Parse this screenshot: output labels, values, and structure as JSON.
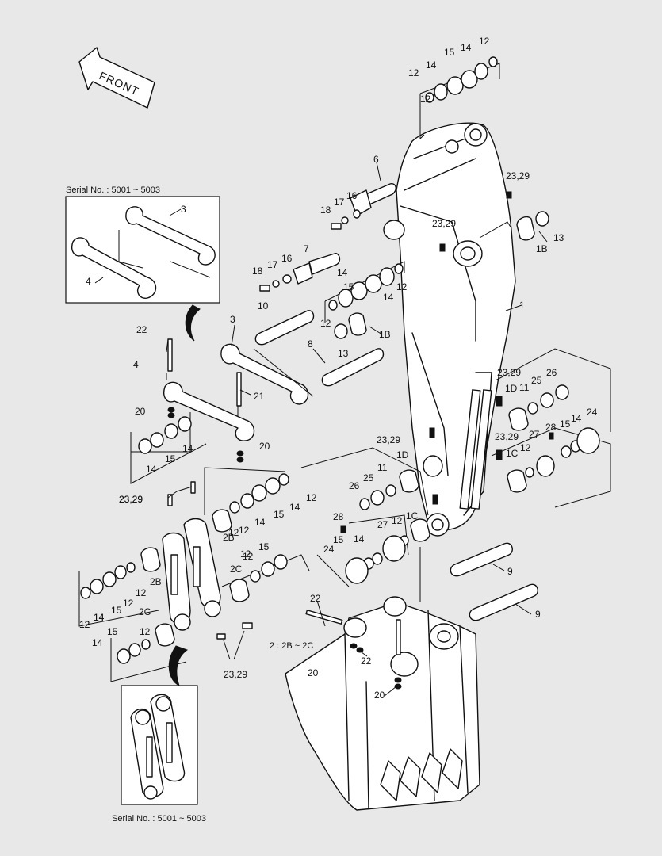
{
  "front_label": "FRONT",
  "serial_top": "Serial No. : 5001 ~ 5003",
  "serial_bottom": "Serial No. : 5001 ~ 5003",
  "note_2b_2c": "2 : 2B ~ 2C",
  "callouts": [
    "12",
    "15",
    "14",
    "12",
    "14",
    "12",
    "6",
    "16",
    "17",
    "18",
    "23,29",
    "23,29",
    "1B",
    "13",
    "3",
    "4",
    "7",
    "16",
    "17",
    "18",
    "14",
    "12",
    "15",
    "14",
    "12",
    "1B",
    "13",
    "10",
    "1",
    "3",
    "8",
    "22",
    "4",
    "21",
    "20",
    "23,29",
    "11",
    "25",
    "26",
    "1D",
    "14",
    "15",
    "14",
    "20",
    "24",
    "15",
    "14",
    "28",
    "27",
    "23,29",
    "1C",
    "12",
    "1D",
    "23,29",
    "11",
    "25",
    "26",
    "12",
    "14",
    "15",
    "14",
    "12",
    "23,29",
    "23,29",
    "2B",
    "12",
    "12",
    "28",
    "27",
    "12",
    "1C",
    "15",
    "14",
    "24",
    "12",
    "15",
    "2B",
    "14",
    "12",
    "12",
    "15",
    "12",
    "2C",
    "9",
    "9",
    "12",
    "14",
    "15",
    "2C",
    "15",
    "14",
    "12",
    "22",
    "22",
    "20",
    "20",
    "23,29"
  ]
}
